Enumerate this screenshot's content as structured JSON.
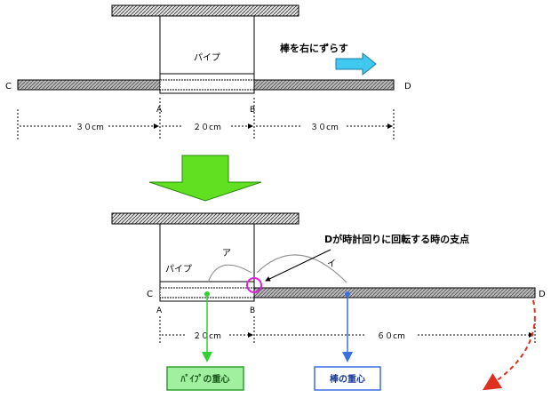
{
  "top": {
    "pipe_label": "パイプ",
    "action_label": "棒を右にずらす",
    "end_left": "C",
    "end_right": "D",
    "point_a": "A",
    "point_b": "B",
    "dims": [
      "３０cm",
      "２０cm",
      "３０cm"
    ]
  },
  "bottom": {
    "pivot_label": "Dが時計回りに回転する時の支点",
    "pipe_label": "パイプ",
    "arc_a_label": "ア",
    "arc_i_label": "イ",
    "end_left": "C",
    "end_right": "D",
    "point_a": "A",
    "point_b": "B",
    "dims": [
      "２０cm",
      "６０cm"
    ],
    "pipe_cog_label": "ﾊﾟｲﾌﾟの重心",
    "rod_cog_label": "棒の重心"
  },
  "colors": {
    "rod_fill": "#a8a8a8",
    "arrow_blue": "#40c8f0",
    "down_arrow": "#60e020",
    "pipe_cog": "#30d030",
    "rod_cog": "#3a6fe0",
    "pivot_ring": "#e020e0",
    "rotate_arrow": "#e03020",
    "box_green_bg": "#a0f0a0",
    "box_blue_bg": "#ffffff"
  }
}
